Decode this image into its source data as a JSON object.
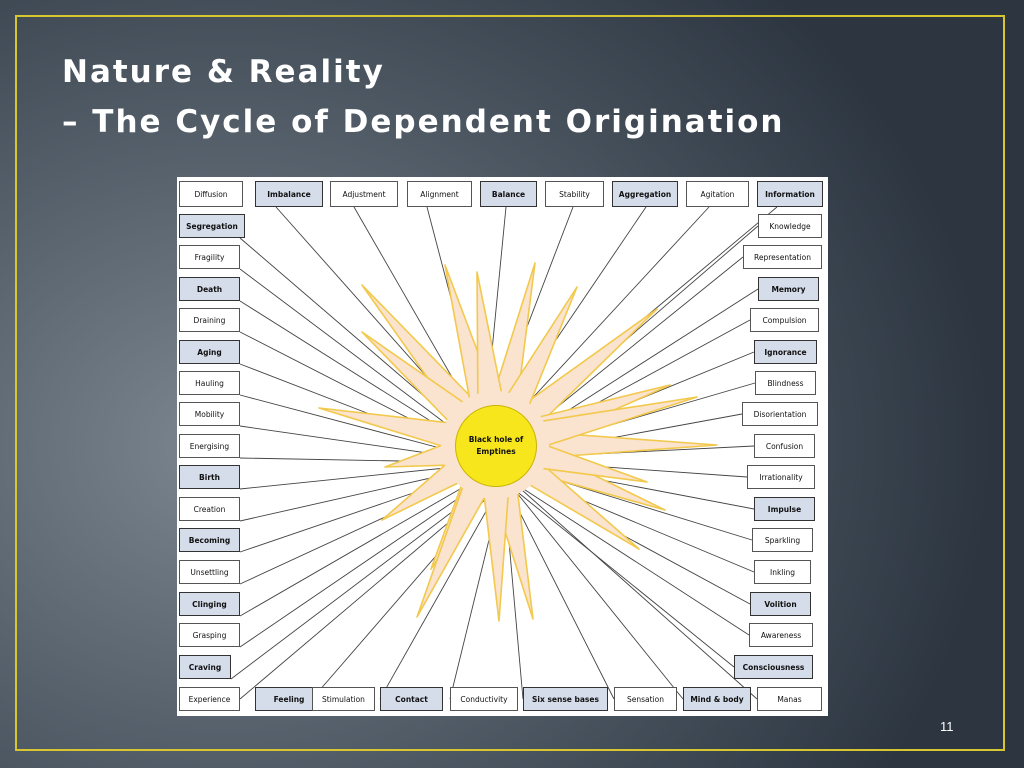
{
  "slide": {
    "title_line1": "Nature & Reality",
    "title_line2": "– The Cycle of Dependent Origination",
    "page_number": "11"
  },
  "colors": {
    "frame": "#d6c62f",
    "key_node_fill": "#d5dcea",
    "core_fill": "#f7e61c",
    "ray_fill": "#fae3cf",
    "ray_outline": "#f2c94c"
  },
  "diagram": {
    "center_label": "Black hole of Emptines",
    "nodes": [
      {
        "label": "Diffusion",
        "key": false
      },
      {
        "label": "Imbalance",
        "key": true
      },
      {
        "label": "Adjustment",
        "key": false
      },
      {
        "label": "Alignment",
        "key": false
      },
      {
        "label": "Balance",
        "key": true
      },
      {
        "label": "Stability",
        "key": false
      },
      {
        "label": "Aggregation",
        "key": true
      },
      {
        "label": "Agitation",
        "key": false
      },
      {
        "label": "Information",
        "key": true
      },
      {
        "label": "Segregation",
        "key": true
      },
      {
        "label": "Fragility",
        "key": false
      },
      {
        "label": "Death",
        "key": true
      },
      {
        "label": "Draining",
        "key": false
      },
      {
        "label": "Aging",
        "key": true
      },
      {
        "label": "Hauling",
        "key": false
      },
      {
        "label": "Mobility",
        "key": false
      },
      {
        "label": "Energising",
        "key": false
      },
      {
        "label": "Birth",
        "key": true
      },
      {
        "label": "Creation",
        "key": false
      },
      {
        "label": "Becoming",
        "key": true
      },
      {
        "label": "Unsettling",
        "key": false
      },
      {
        "label": "Clinging",
        "key": true
      },
      {
        "label": "Grasping",
        "key": false
      },
      {
        "label": "Craving",
        "key": true
      },
      {
        "label": "Knowledge",
        "key": false
      },
      {
        "label": "Representation",
        "key": false
      },
      {
        "label": "Memory",
        "key": true
      },
      {
        "label": "Compulsion",
        "key": false
      },
      {
        "label": "Ignorance",
        "key": true
      },
      {
        "label": "Blindness",
        "key": false
      },
      {
        "label": "Disorientation",
        "key": false
      },
      {
        "label": "Confusion",
        "key": false
      },
      {
        "label": "Irrationality",
        "key": false
      },
      {
        "label": "Impulse",
        "key": true
      },
      {
        "label": "Sparkling",
        "key": false
      },
      {
        "label": "Inkling",
        "key": false
      },
      {
        "label": "Volition",
        "key": true
      },
      {
        "label": "Awareness",
        "key": false
      },
      {
        "label": "Consciousness",
        "key": true
      },
      {
        "label": "Experience",
        "key": false
      },
      {
        "label": "Feeling",
        "key": true
      },
      {
        "label": "Stimulation",
        "key": false
      },
      {
        "label": "Contact",
        "key": true
      },
      {
        "label": "Conductivity",
        "key": false
      },
      {
        "label": "Six sense bases",
        "key": true
      },
      {
        "label": "Sensation",
        "key": false
      },
      {
        "label": "Mind & body",
        "key": true
      },
      {
        "label": "Manas",
        "key": false
      }
    ]
  }
}
